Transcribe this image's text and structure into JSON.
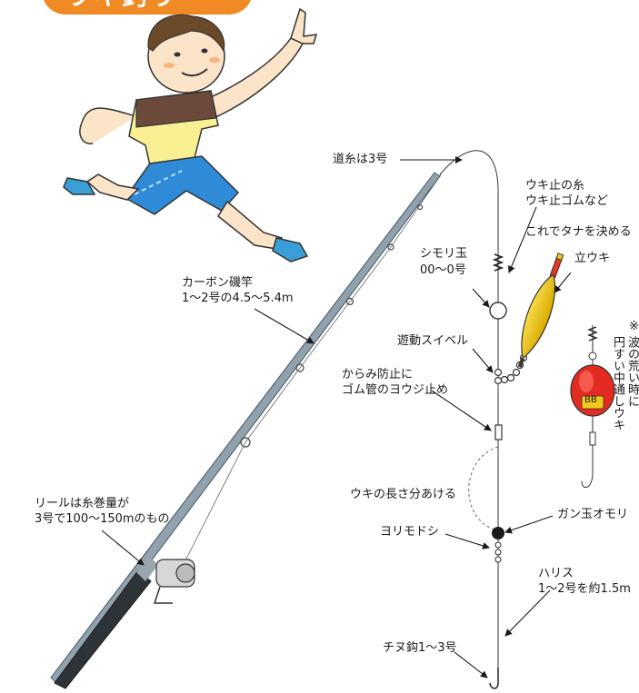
{
  "title_badge": "ウキ釣り",
  "labels": {
    "main_line": "道糸は3号",
    "uki_stop_1": "ウキ止の糸",
    "uki_stop_2": "ウキ止ゴムなど",
    "tana": "これでタナを決める",
    "tachi_uki": "立ウキ",
    "shimori_1": "シモリ玉",
    "shimori_2": "00〜0号",
    "rod_1": "カーボン磯竿",
    "rod_2": "1〜2号の4.5〜5.4m",
    "swivel": "遊動スイベル",
    "tangle_1": "からみ防止に",
    "tangle_2": "ゴム管のヨウジ止め",
    "gap": "ウキの長さ分あける",
    "sinker": "ガン玉オモリ",
    "yorimodoshi": "ヨリモドシ",
    "reel_1": "リールは糸巻量が",
    "reel_2": "3号で100〜150mのもの",
    "harisu_1": "ハリス",
    "harisu_2": "1〜2号を約1.5m",
    "hook": "チヌ鈎1〜3号",
    "note_mark": "※",
    "note_1": "波の荒い時に",
    "note_2": "円すい中通しウキ",
    "float_bb": "BB"
  },
  "colors": {
    "badge": "#f08a24",
    "rod": "#7f95a3",
    "float_body": "#f2c81a",
    "float_tip": "#e8381f",
    "cone_float": "#e32b22",
    "shorts": "#2f8ad8"
  }
}
